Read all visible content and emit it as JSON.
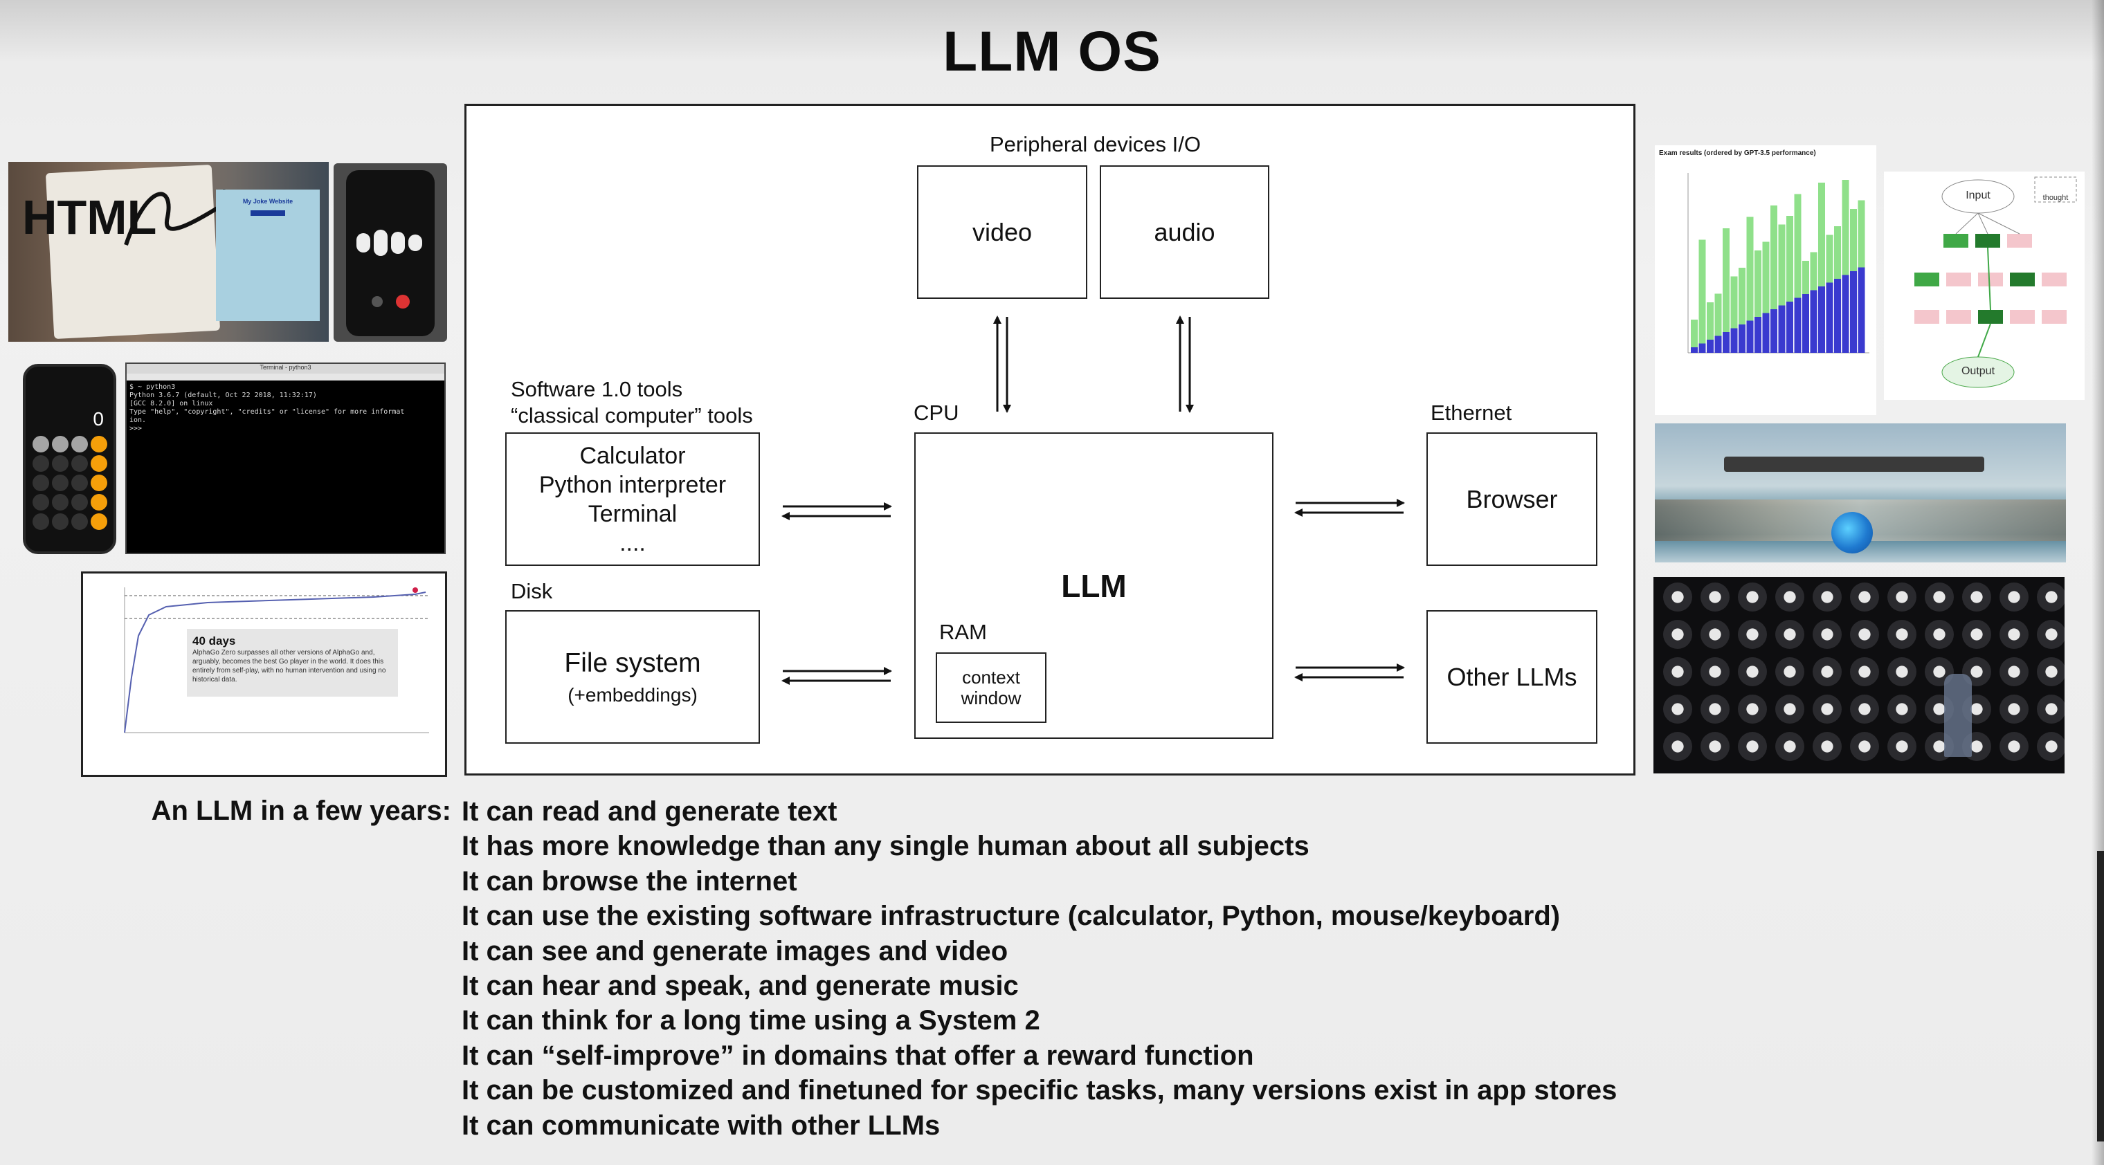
{
  "title": "LLM OS",
  "diagram": {
    "peripheral_label": "Peripheral devices I/O",
    "video": "video",
    "audio": "audio",
    "software_label_1": "Software 1.0 tools",
    "software_label_2": "“classical computer” tools",
    "tools": [
      "Calculator",
      "Python interpreter",
      "Terminal",
      "...."
    ],
    "disk_label": "Disk",
    "file_system": "File system",
    "file_system_sub": "(+embeddings)",
    "cpu_label": "CPU",
    "llm": "LLM",
    "ram_label": "RAM",
    "context_window_1": "context",
    "context_window_2": "window",
    "ethernet_label": "Ethernet",
    "browser": "Browser",
    "other_llms": "Other LLMs"
  },
  "thumbnails": {
    "html_sketch_text": "HTML",
    "website_title": "My Joke Website",
    "calculator_display": "0",
    "terminal_title": "Terminal - python3",
    "terminal_lines": "$ ~ python3\nPython 3.6.7 (default, Oct 22 2018, 11:32:17)\n[GCC 8.2.0] on linux\nType \"help\", \"copyright\", \"credits\" or \"license\" for more informat\nion.\n>>> ",
    "alphago_box_title": "40 days",
    "alphago_box_text": "AlphaGo Zero surpasses all other versions of AlphaGo and, arguably, becomes the best Go player in the world. It does this entirely from self-play, with no human intervention and using no historical data.",
    "exam_chart_title": "Exam results (ordered by GPT-3.5 performance)",
    "tree_input": "Input",
    "tree_output": "Output",
    "tree_thought": "thought"
  },
  "bottom": {
    "label": "An LLM in a few years:",
    "capabilities": [
      "It can read and generate text",
      "It has more knowledge than any single human about all subjects",
      "It can browse the internet",
      "It can use the existing software infrastructure (calculator, Python, mouse/keyboard)",
      "It can see and generate images and video",
      "It can hear and speak, and generate music",
      "It can think for a long time using a System 2",
      "It can “self-improve” in domains that offer a reward function",
      "It can be customized and finetuned for specific tasks, many versions exist in app stores",
      "It can communicate with other LLMs"
    ]
  },
  "colors": {
    "exam_green": "#8fe08a",
    "exam_blue": "#3a3acf",
    "tree_green": "#3fa846",
    "tree_pink": "#f4c6cc"
  }
}
